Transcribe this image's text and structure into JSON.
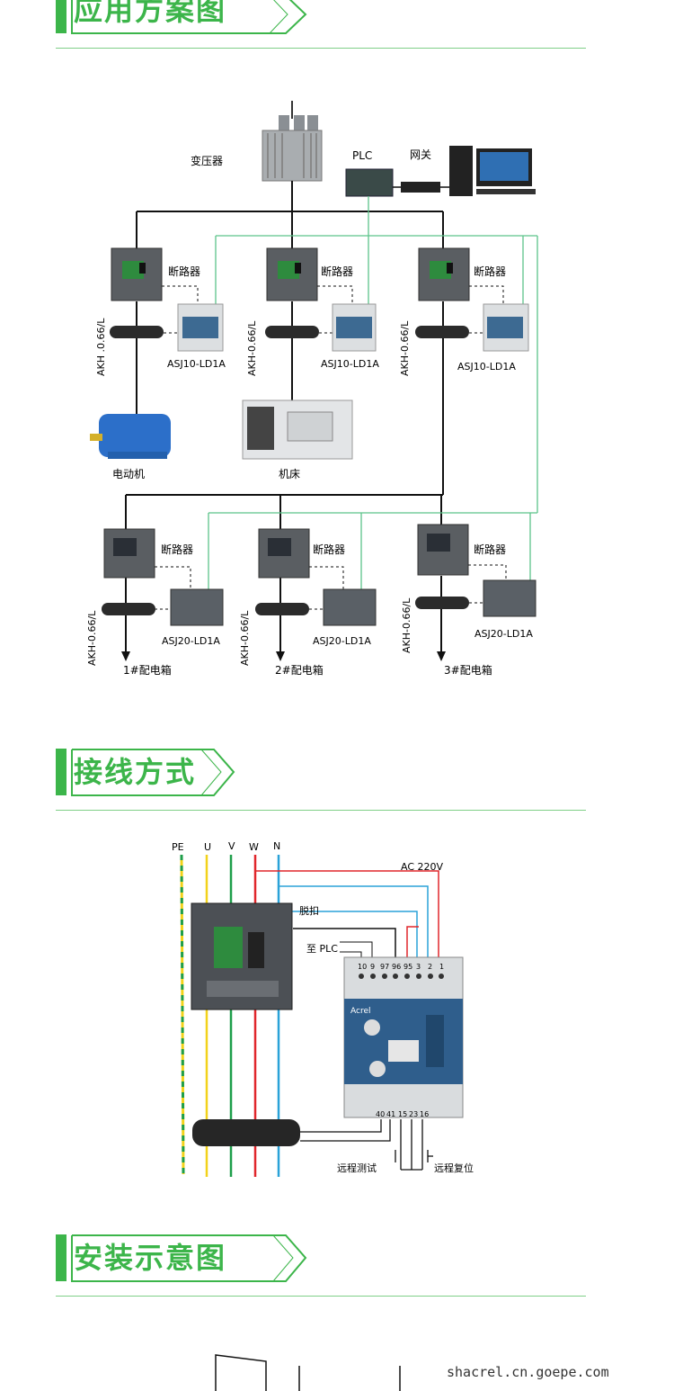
{
  "sections": [
    {
      "title": "应用方案图"
    },
    {
      "title": "接线方式"
    },
    {
      "title": "安装示意图"
    }
  ],
  "scheme": {
    "transformer": "变压器",
    "plc": "PLC",
    "gateway": "网关",
    "breaker": "断路器",
    "ct_label": "AKH-0.66/L",
    "ct_label_alt": "AKH .0.66/L",
    "relay_top": "ASJ10-LD1A",
    "relay_bottom": "ASJ20-LD1A",
    "motor": "电动机",
    "machine": "机床",
    "box1": "1#配电箱",
    "box2": "2#配电箱",
    "box3": "3#配电箱"
  },
  "wiring": {
    "pe": "PE",
    "u": "U",
    "v": "V",
    "w": "W",
    "n": "N",
    "ac": "AC 220V",
    "trip": "脱扣",
    "to_plc": "至 PLC",
    "terminals_top": [
      "10",
      "9",
      "97",
      "96",
      "95",
      "3",
      "2",
      "1"
    ],
    "terminals_bottom": [
      "40",
      "41",
      "15",
      "23",
      "16"
    ],
    "remote_test": "远程测试",
    "remote_reset": "远程复位",
    "relay_brand": "Acrel"
  },
  "colors": {
    "accent": "#3cb54a",
    "line_black": "#111111",
    "line_green": "#5cc48a",
    "wire_yellow": "#f2d21a",
    "wire_green": "#1e9e4a",
    "wire_red": "#e0262b",
    "wire_blue": "#2aa2d8"
  },
  "watermark": "shacrel.cn.goepe.com"
}
